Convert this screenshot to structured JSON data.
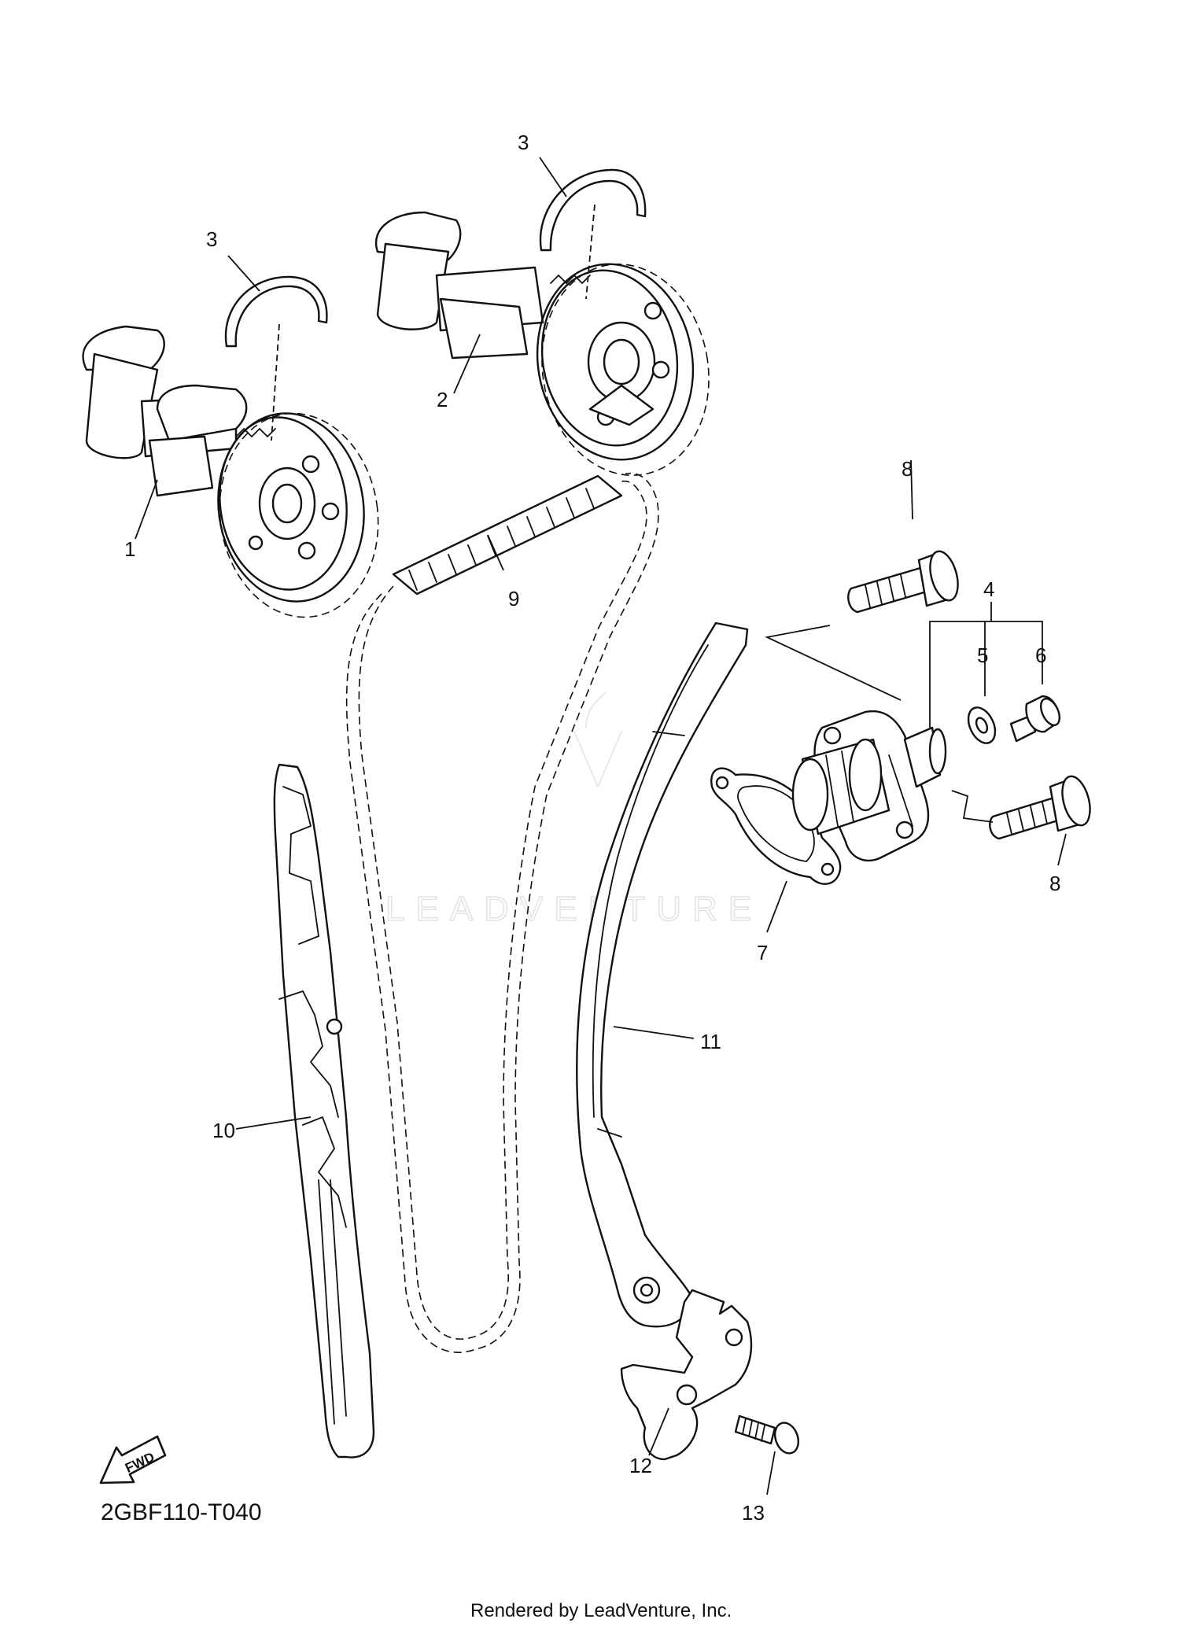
{
  "callouts": {
    "c1": "1",
    "c2": "2",
    "c3a": "3",
    "c3b": "3",
    "c4": "4",
    "c5": "5",
    "c6": "6",
    "c7": "7",
    "c8a": "8",
    "c8b": "8",
    "c9": "9",
    "c10": "10",
    "c11": "11",
    "c12": "12",
    "c13": "13"
  },
  "diagram_code": "2GBF110-T040",
  "fwd_label": "FWD",
  "watermark": "LEADVENTURE",
  "footer": "Rendered by LeadVenture, Inc."
}
